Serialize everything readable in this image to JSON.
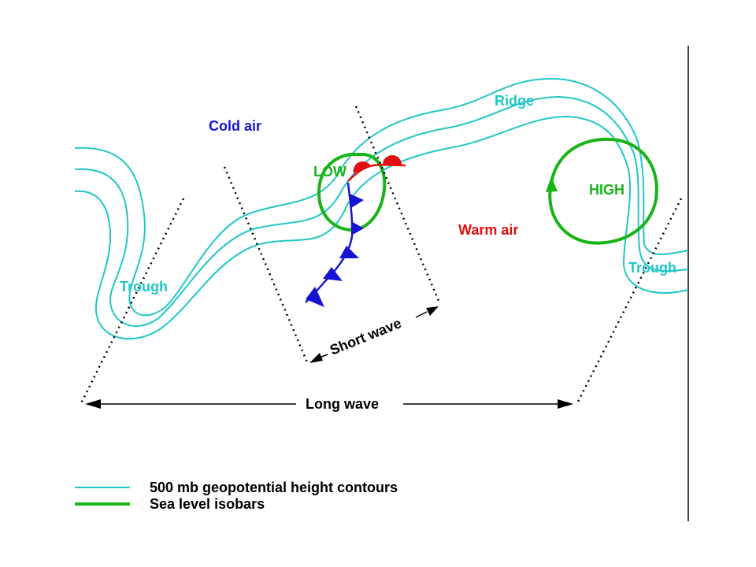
{
  "colors": {
    "contour": "#22c6c6",
    "isobar": "#18b418",
    "cold_front": "#1414d2",
    "warm_front": "#e01010",
    "cold_text": "#1414d2",
    "warm_text": "#e01010",
    "black": "#000000"
  },
  "labels": {
    "cold_air": "Cold air",
    "warm_air": "Warm air",
    "ridge": "Ridge",
    "trough_left": "Trough",
    "trough_right": "Trough",
    "low": "LOW",
    "high": "HIGH",
    "short_wave": "Short wave",
    "long_wave": "Long wave"
  },
  "legend": {
    "contours": "500 mb geopotential height contours",
    "isobars": "Sea level isobars"
  }
}
